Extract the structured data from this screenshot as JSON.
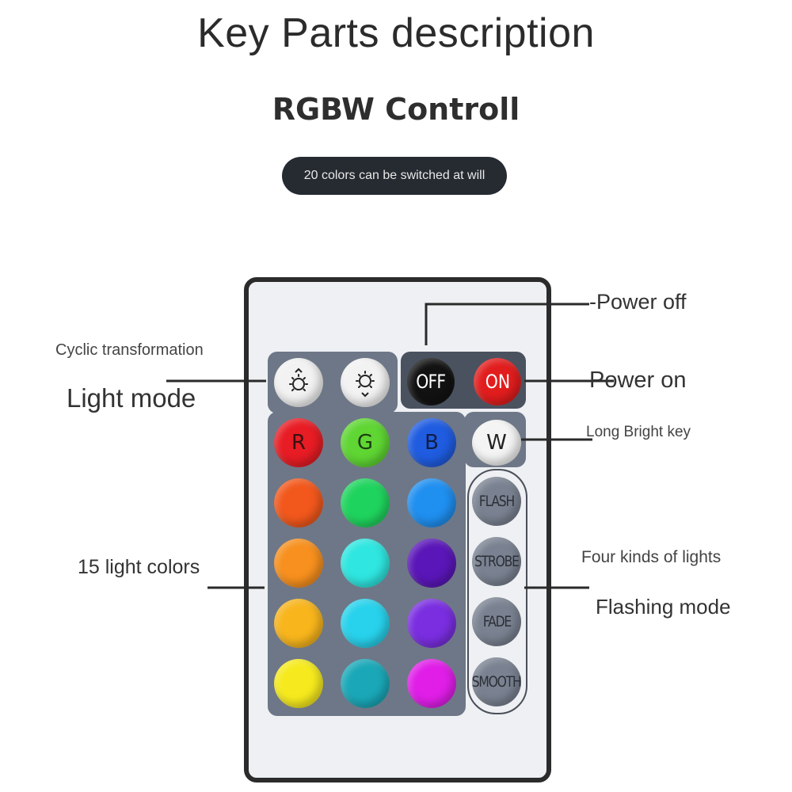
{
  "header": {
    "title": "Key Parts description",
    "subtitle": "RGBW Controll",
    "badge": "20 colors can be switched at will"
  },
  "remote": {
    "light_mode_buttons": [
      {
        "icon": "brightness-up-icon"
      },
      {
        "icon": "brightness-down-icon"
      }
    ],
    "off_button": {
      "label": "OFF",
      "color": "#121212"
    },
    "on_button": {
      "label": "ON",
      "color": "#e21d1d"
    },
    "rgb_buttons": [
      {
        "label": "R",
        "color": "#e81c24"
      },
      {
        "label": "G",
        "color": "#5fd633"
      },
      {
        "label": "B",
        "color": "#1f5ce0"
      }
    ],
    "w_button": {
      "label": "W",
      "color": "#f4f4f4"
    },
    "color_buttons": [
      "#f2581c",
      "#1fd45e",
      "#1f8ff0",
      "#f7901e",
      "#2fe6e0",
      "#5a16b8",
      "#f8b51c",
      "#28d2ec",
      "#7a2ee0",
      "#f6ea1e",
      "#1aa8b8",
      "#e01ee8"
    ],
    "mode_buttons": [
      {
        "label": "FLASH"
      },
      {
        "label": "STROBE"
      },
      {
        "label": "FADE"
      },
      {
        "label": "SMOOTH"
      }
    ]
  },
  "annotations": {
    "power_off": "-Power off",
    "power_on": "Power on",
    "cyclic": "Cyclic transformation",
    "light_mode": "Light mode",
    "long_bright": "Long Bright key",
    "light_colors": "15 light colors",
    "four_kinds": "Four kinds of lights",
    "flashing_mode": "Flashing mode"
  }
}
